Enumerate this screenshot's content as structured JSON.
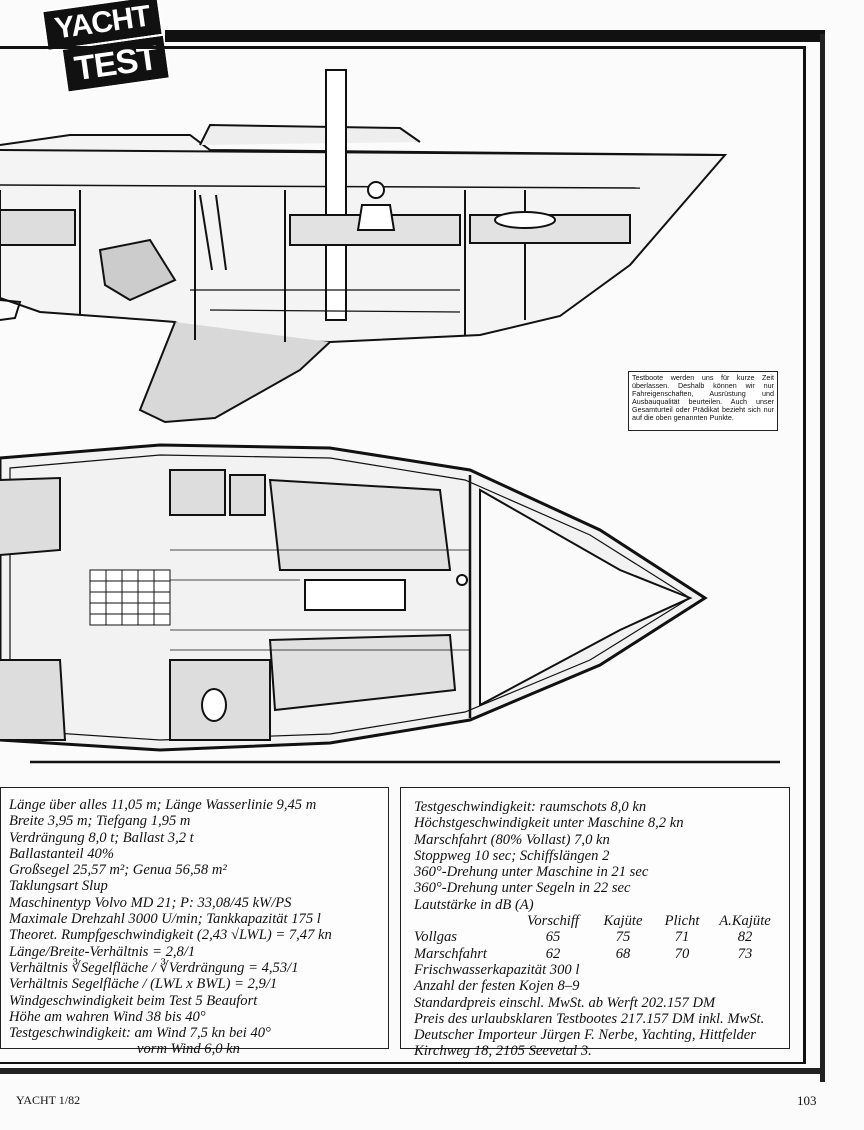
{
  "header": {
    "logo_line1": "YACHT",
    "logo_line2": "TEST"
  },
  "note": "Testboote werden uns für kurze Zeit überlassen. Deshalb können wir nur Fahreigenschaften, Ausrüstung und Ausbauqualität beurteilen. Auch unser Gesamturteil oder Prädikat bezieht sich nur auf die oben genannten Punkte.",
  "specs_left": [
    "Länge über alles 11,05 m; Länge Wasserlinie 9,45 m",
    "Breite 3,95 m; Tiefgang 1,95 m",
    "Verdrängung 8,0 t; Ballast 3,2 t",
    "Ballastanteil 40%",
    "Großsegel 25,57 m²; Genua 56,58 m²",
    "Taklungsart Slup",
    "Maschinentyp Volvo MD 21; P: 33,08/45 kW/PS",
    "Maximale Drehzahl 3000 U/min; Tankkapazität 175 l",
    "Theoret. Rumpfgeschwindigkeit (2,43 √LWL) = 7,47 kn",
    "Länge/Breite-Verhältnis = 2,8/1",
    "Verhältnis ∛Segelfläche / ∛Verdrängung = 4,53/1",
    "Verhältnis Segelfläche / (LWL x BWL) = 2,9/1",
    "Windgeschwindigkeit beim Test 5 Beaufort",
    "Höhe am wahren Wind 38 bis 40°",
    "Testgeschwindigkeit: am Wind 7,5 kn bei 40°",
    "vorm Wind 6,0 kn"
  ],
  "specs_right_top": [
    "Testgeschwindigkeit: raumschots 8,0 kn",
    "Höchstgeschwindigkeit unter Maschine 8,2 kn",
    "Marschfahrt (80% Vollast) 7,0 kn",
    "Stoppweg 10 sec; Schiffslängen 2",
    "360°-Drehung unter Maschine in 21 sec",
    "360°-Drehung unter Segeln in 22 sec",
    "Lautstärke in dB (A)"
  ],
  "db_table": {
    "headers": [
      "Vorschiff",
      "Kajüte",
      "Plicht",
      "A.Kajüte"
    ],
    "rows": [
      {
        "label": "Vollgas",
        "values": [
          "65",
          "75",
          "71",
          "82"
        ]
      },
      {
        "label": "Marschfahrt",
        "values": [
          "62",
          "68",
          "70",
          "73"
        ]
      }
    ]
  },
  "specs_right_bottom": [
    "Frischwasserkapazität 300 l",
    "Anzahl der festen Kojen 8–9",
    "Standardpreis einschl. MwSt. ab Werft 202.157 DM",
    "Preis des urlaubsklaren Testbootes 217.157 DM inkl. MwSt.",
    "Deutscher Importeur Jürgen F. Nerbe, Yachting, Hittfelder",
    "Kirchweg 18, 2105 Seevetal 3."
  ],
  "footer": {
    "issue": "YACHT 1/82",
    "page": "103"
  }
}
